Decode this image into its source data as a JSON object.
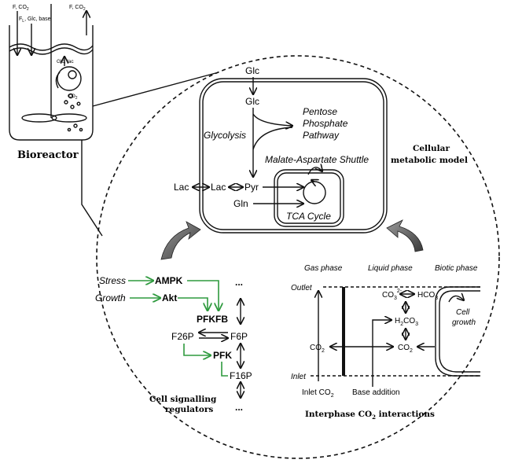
{
  "bioreactor": {
    "title": "Bioreactor",
    "feed_label_left": "F, CO",
    "feed_label_left_sub": "2",
    "feed_label_mid_1": "F",
    "feed_label_mid_sub": "L",
    "feed_label_mid_2": ", Glc, base",
    "feed_label_right": "F, CO",
    "feed_label_right_sub": "2",
    "cell_label": "Glc, lac",
    "co2_label": "CO",
    "co2_sub": "2"
  },
  "metabolic": {
    "title_line1": "Cellular",
    "title_line2": "metabolic model",
    "glc_top": "Glc",
    "glc_inner": "Glc",
    "glycolysis": "Glycolysis",
    "ppp_line1": "Pentose",
    "ppp_line2": "Phosphate",
    "ppp_line3": "Pathway",
    "mas": "Malate-Aspartate Shuttle",
    "lac_out": "Lac",
    "lac_in": "Lac",
    "pyr": "Pyr",
    "gln": "Gln",
    "tca": "TCA Cycle"
  },
  "signalling": {
    "title_line1": "Cell signalling",
    "title_line2": "regulators",
    "stress": "Stress",
    "growth": "Growth",
    "ampk": "AMPK",
    "akt": "Akt",
    "pfkfb": "PFKFB",
    "f26p": "F26P",
    "f6p": "F6P",
    "pfk": "PFK",
    "f16p": "F16P",
    "dots_top": "...",
    "dots_bottom": "..."
  },
  "co2": {
    "title_pre": "Interphase CO",
    "title_sub": "2",
    "title_post": " interactions",
    "gas_phase": "Gas phase",
    "liquid_phase": "Liquid phase",
    "biotic_phase": "Biotic phase",
    "outlet": "Outlet",
    "inlet": "Inlet",
    "co3": "CO",
    "co3_sub": "3",
    "co3_sup": "2-",
    "hco3": "HCO",
    "hco3_sub": "3",
    "hco3_sup": "-",
    "h2co3_1": "H",
    "h2co3_sub1": "2",
    "h2co3_2": "CO",
    "h2co3_sub2": "3",
    "co2_gas": "CO",
    "co2_gas_sub": "2",
    "co2_liq": "CO",
    "co2_liq_sub": "2",
    "cell_growth_1": "Cell",
    "cell_growth_2": "growth",
    "inlet_co2": "Inlet CO",
    "inlet_co2_sub": "2",
    "base_addition": "Base addition"
  }
}
